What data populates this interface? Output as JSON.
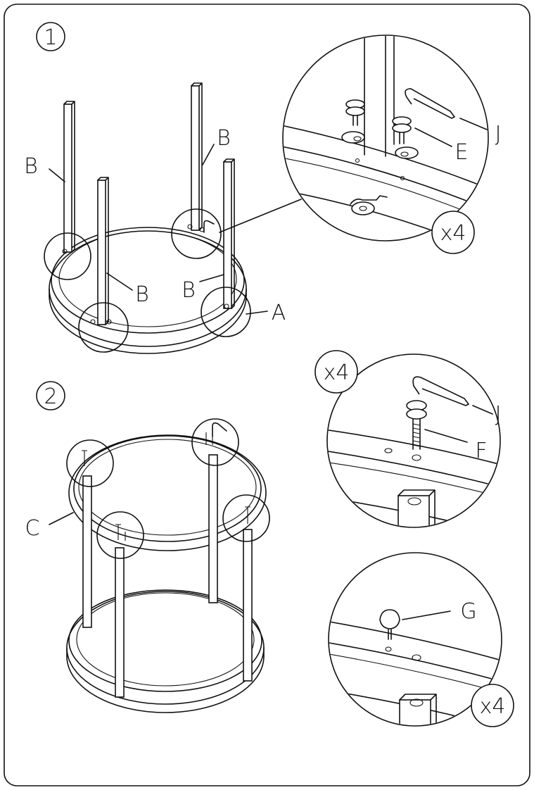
{
  "steps": {
    "one": "1",
    "two": "2"
  },
  "labels": {
    "a": "A",
    "b": "B",
    "c": "C",
    "e": "E",
    "f": "F",
    "g": "G",
    "j": "J"
  },
  "multipliers": {
    "detail_top": "x4",
    "detail_middle": "x4",
    "detail_bottom": "x4"
  }
}
